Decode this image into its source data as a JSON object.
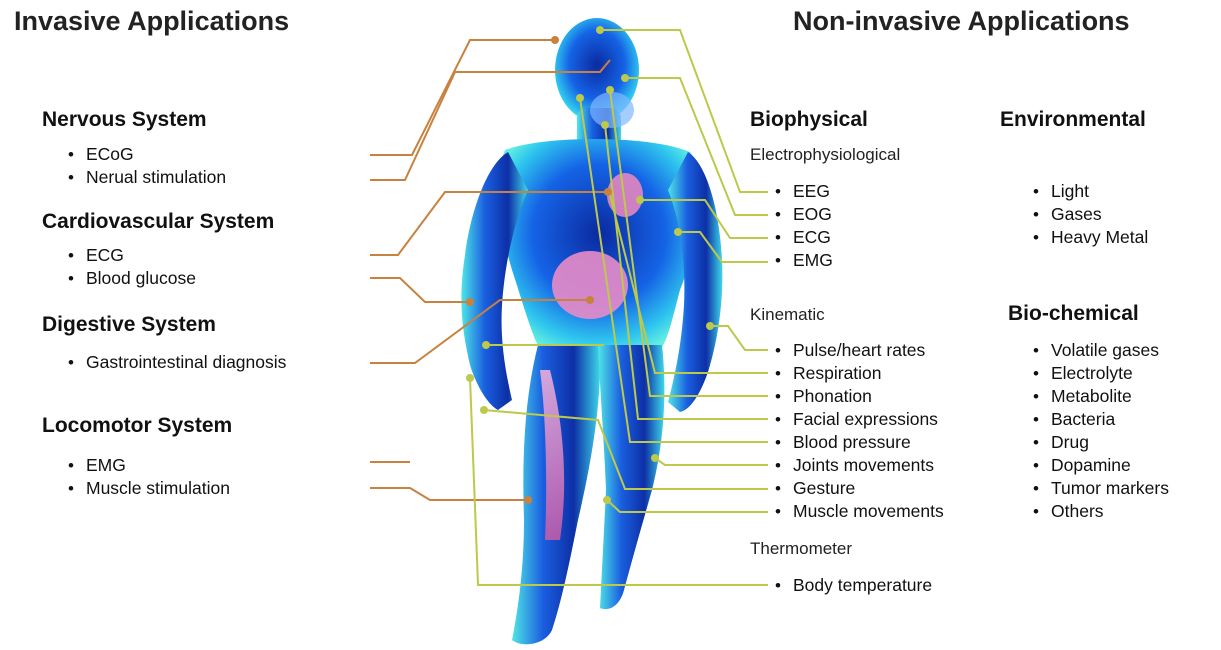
{
  "headings": {
    "invasive": "Invasive Applications",
    "noninvasive": "Non-invasive Applications"
  },
  "invasive": {
    "nervous": {
      "title": "Nervous System",
      "items": [
        "ECoG",
        "Nerual stimulation"
      ]
    },
    "cardio": {
      "title": "Cardiovascular System",
      "items": [
        "ECG",
        "Blood glucose"
      ]
    },
    "digestive": {
      "title": "Digestive System",
      "items": [
        "Gastrointestinal diagnosis"
      ]
    },
    "locomotor": {
      "title": "Locomotor System",
      "items": [
        "EMG",
        "Muscle stimulation"
      ]
    }
  },
  "biophysical": {
    "title": "Biophysical",
    "electro": {
      "label": "Electrophysiological",
      "items": [
        "EEG",
        "EOG",
        "ECG",
        "EMG"
      ]
    },
    "kinematic": {
      "label": "Kinematic",
      "items": [
        "Pulse/heart rates",
        "Respiration",
        "Phonation",
        "Facial expressions",
        "Blood pressure",
        "Joints movements",
        "Gesture",
        "Muscle movements"
      ]
    },
    "thermo": {
      "label": "Thermometer",
      "items": [
        "Body temperature"
      ]
    }
  },
  "environmental": {
    "title": "Environmental",
    "items": [
      "Light",
      "Gases",
      "Heavy Metal"
    ]
  },
  "biochemical": {
    "title": "Bio-chemical",
    "items": [
      "Volatile gases",
      "Electrolyte",
      "Metabolite",
      "Bacteria",
      "Drug",
      "Dopamine",
      "Tumor markers",
      "Others"
    ]
  },
  "colors": {
    "invasive_line": "#c8823f",
    "noninvasive_line": "#bcc94a",
    "body_dark": "#0a2a9a",
    "body_mid": "#1560e0",
    "body_light": "#3fe0e8",
    "organ": "#e98bc4"
  }
}
